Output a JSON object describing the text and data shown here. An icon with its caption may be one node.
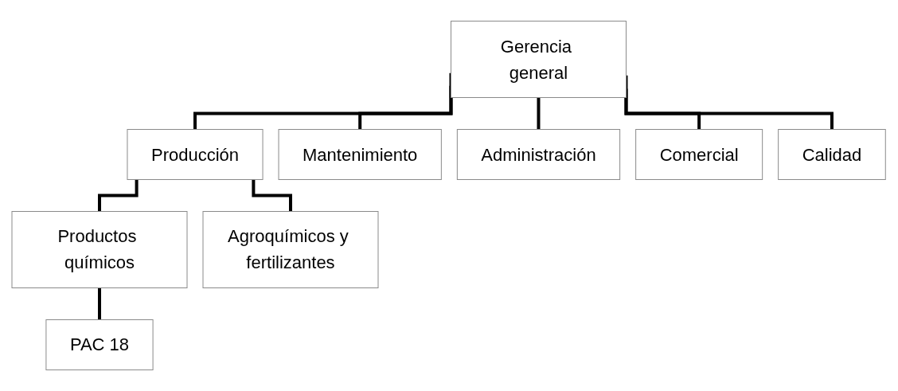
{
  "diagram": {
    "nodes": [
      {
        "text": [
          "Gerencia general"
        ]
      },
      {
        "text": [
          "Producción"
        ]
      },
      {
        "text": [
          "Mantenimiento"
        ]
      },
      {
        "text": [
          "Administración"
        ]
      },
      {
        "text": [
          "Comercial"
        ]
      },
      {
        "text": [
          "Calidad"
        ]
      },
      {
        "text": [
          "Productos químicos"
        ]
      },
      {
        "text": [
          "Agroquímicos y fertilizantes"
        ]
      },
      {
        "text": [
          "PAC 18"
        ]
      }
    ],
    "edges": [
      {
        "from": 0,
        "to": 1,
        "arrow": "none"
      },
      {
        "from": 0,
        "to": 2,
        "arrow": "none"
      },
      {
        "from": 0,
        "to": 3,
        "arrow": "none"
      },
      {
        "from": 0,
        "to": 4,
        "arrow": "none"
      },
      {
        "from": 0,
        "to": 5,
        "arrow": "none"
      },
      {
        "from": 1,
        "to": 6,
        "arrow": "none"
      },
      {
        "from": 1,
        "to": 7,
        "arrow": "none"
      },
      {
        "from": 6,
        "to": 8,
        "arrow": "none"
      }
    ]
  }
}
